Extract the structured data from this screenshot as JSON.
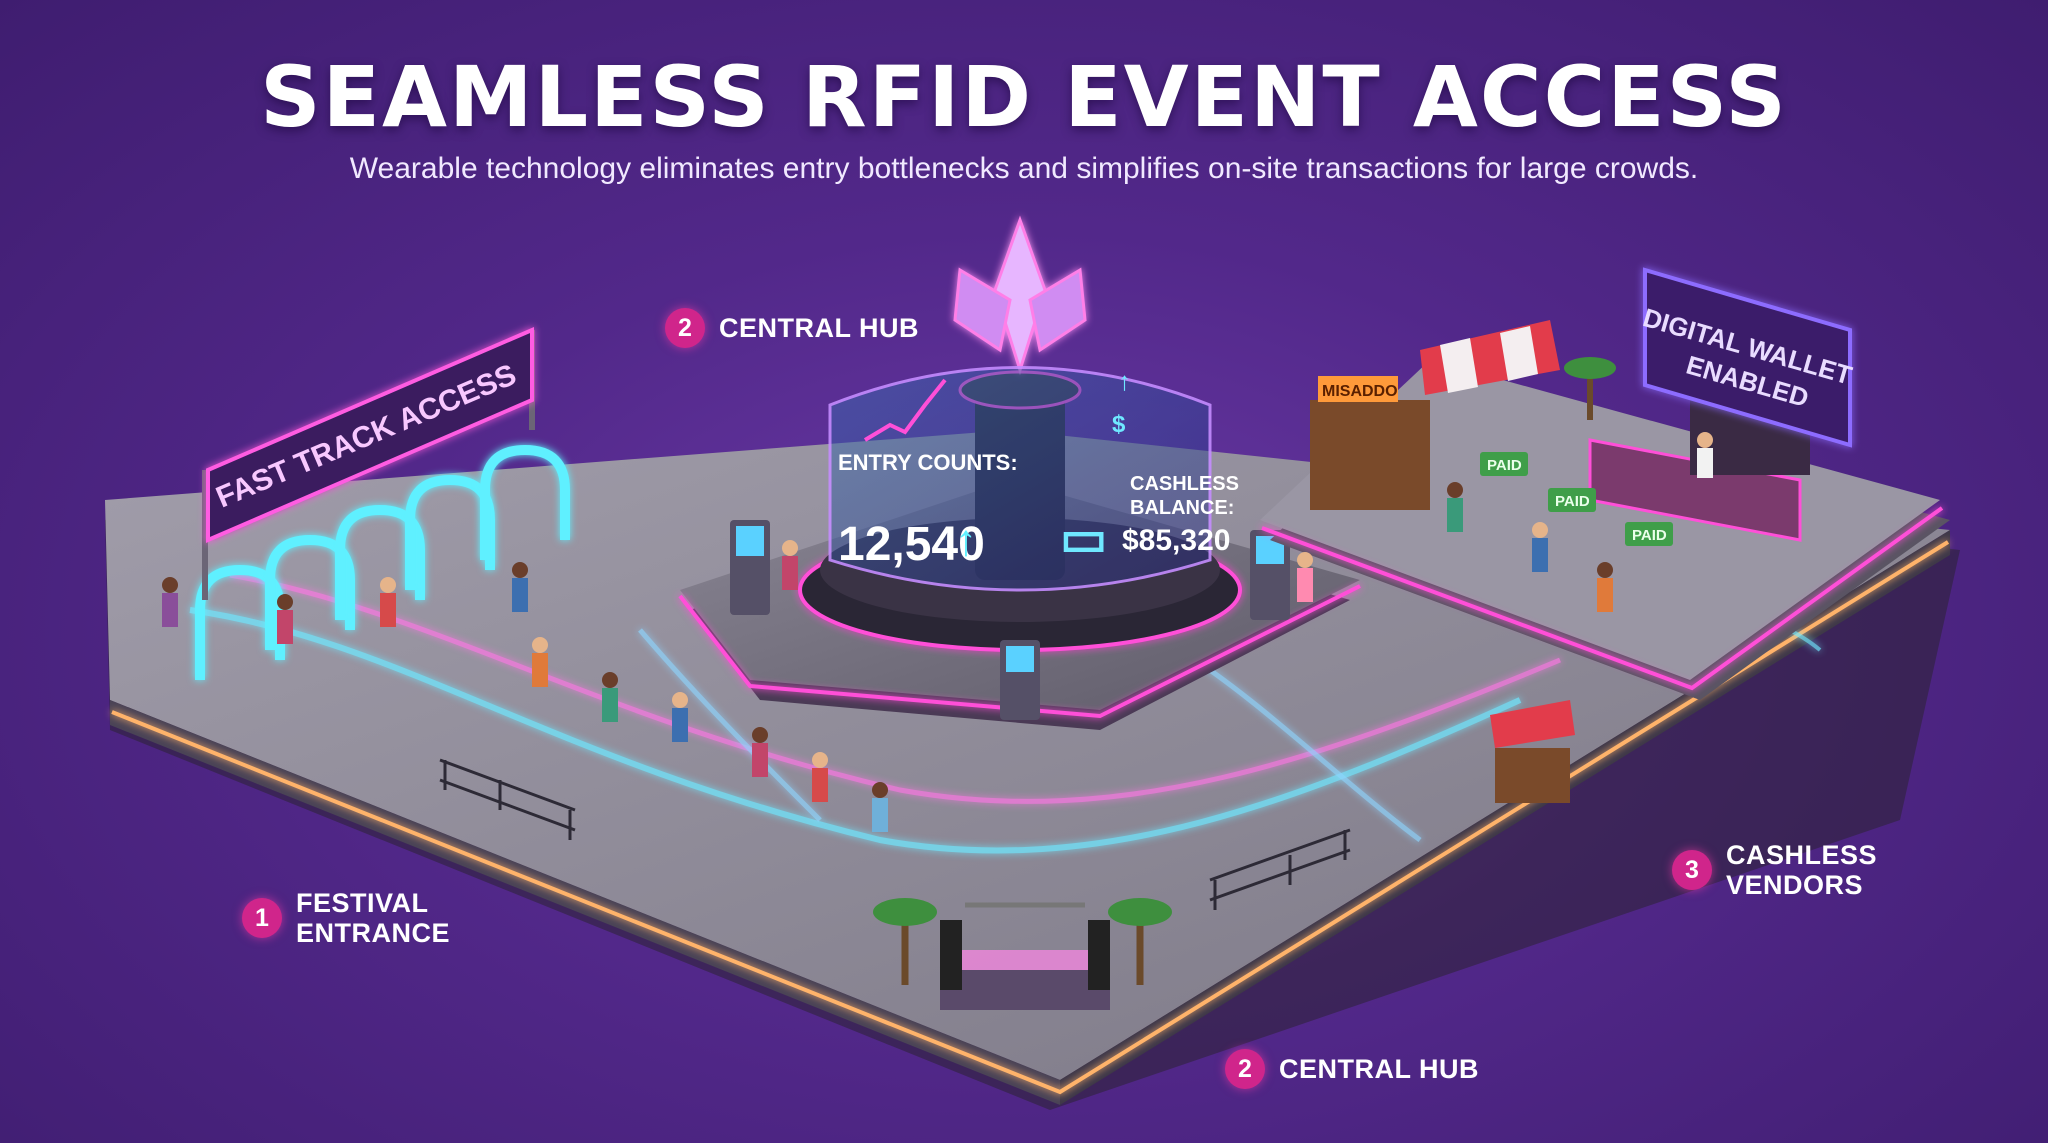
{
  "title": "SEAMLESS RFID EVENT ACCESS",
  "subtitle": "Wearable technology eliminates entry bottlenecks and simplifies on-site transactions for large crowds.",
  "callouts": [
    {
      "number": "1",
      "label": "FESTIVAL\nENTRANCE"
    },
    {
      "number": "2",
      "label": "CENTRAL HUB"
    },
    {
      "number": "3",
      "label": "CASHLESS\nVENDORS"
    },
    {
      "number": "2",
      "label": "CENTRAL HUB"
    }
  ],
  "signs": {
    "fast_track": "FAST TRACK ACCESS",
    "digital_wallet_line1": "DIGITAL WALLET",
    "digital_wallet_line2": "ENABLED",
    "vendor_sign": "MISADDO",
    "paid_badge": "PAID"
  },
  "hub_display": {
    "entry_label": "ENTRY COUNTS:",
    "entry_value": "12,540",
    "balance_label_1": "CASHLESS",
    "balance_label_2": "BALANCE:",
    "balance_value": "$85,320"
  },
  "icons": [
    "wallet-icon",
    "dollar-icon",
    "arrow-up-icon",
    "crystal-icon",
    "trend-chart-icon"
  ],
  "colors": {
    "background": "#52288a",
    "accent_pink": "#d0258b",
    "neon_cyan": "#6fe8ff",
    "neon_magenta": "#ff4fd8",
    "platform": "#8e8a96"
  }
}
